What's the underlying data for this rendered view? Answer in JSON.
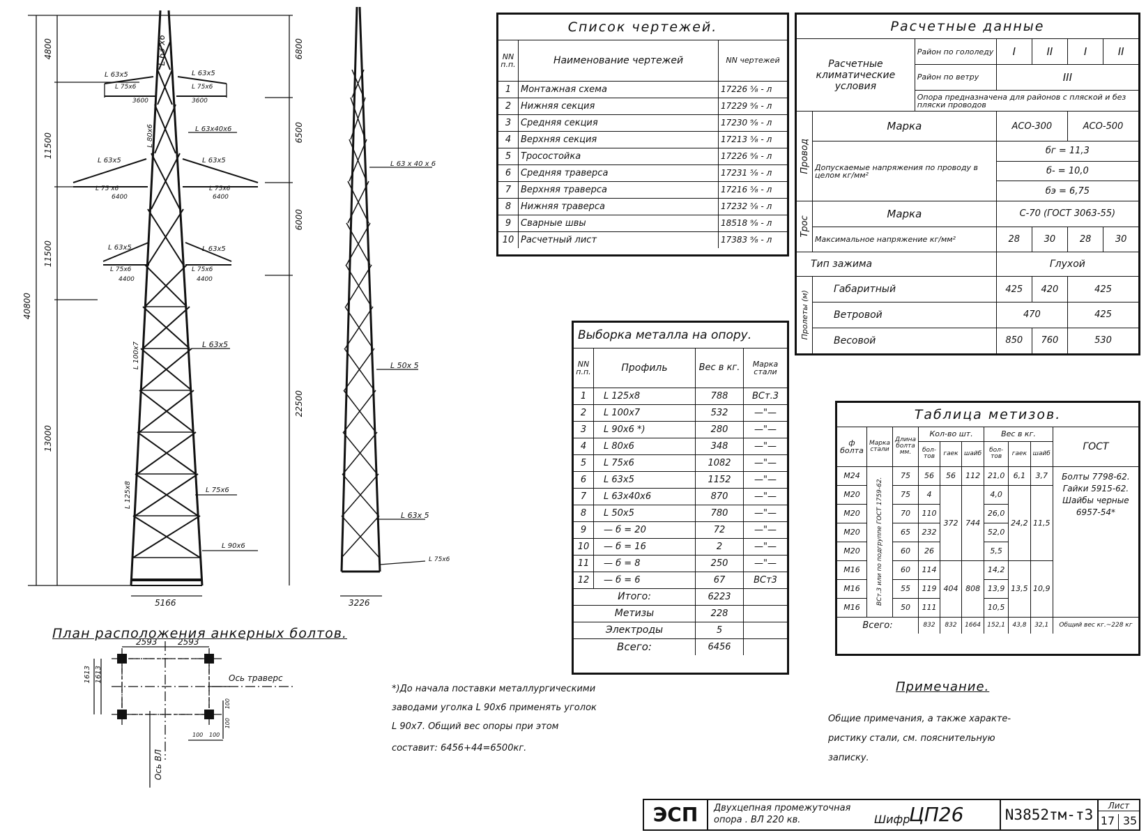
{
  "tower": {
    "dims_left": [
      "4800",
      "11500",
      "11500",
      "13000"
    ],
    "dims_right": [
      "6800",
      "6500",
      "6000",
      "22500"
    ],
    "total_height": "40800",
    "base_width": "5166",
    "side_base_width": "3226",
    "labels": {
      "top": "L 63 x6",
      "upper_left": "L 63x5",
      "upper_right": "L 63x5",
      "upper_left_sub": "L 75x6",
      "upper_right_sub": "L 75x6",
      "upper_span_left": "3600",
      "upper_span_right": "3600",
      "mid_main": "L 80x6",
      "mid_side": "L 63x40x6",
      "mid_left": "L 63x5",
      "mid_right": "L 63x5",
      "mid_left_sub": "L 75 x6",
      "mid_right_sub": "L 75x6",
      "mid_span_left": "6400",
      "mid_span_right": "6400",
      "low_left": "L 63x5",
      "low_right": "L 63x5",
      "low_left_sub": "L 75x6",
      "low_right_sub": "L 75x6",
      "low_span_left": "4400",
      "low_span_right": "4400",
      "leg_main": "L 100x7",
      "leg_brace": "L 63x5",
      "leg_base": "L 125x8",
      "leg_lower": "L 75x6",
      "leg_90": "L 90x6",
      "side_top": "L 63 x 40 x 6",
      "side_mid": "L 50x 5",
      "side_low": "L 63x 5",
      "side_base": "L 75x6"
    }
  },
  "bolt_plan": {
    "title": "План расположения анкерных болтов.",
    "dim_top_left": "2593",
    "dim_top_right": "2593",
    "dim_left_1": "1613",
    "dim_left_2": "1613",
    "axis_traverse": "Ось траверс",
    "axis_vl": "Ось ВЛ",
    "small_1": "100",
    "small_2": "100",
    "small_3": "100",
    "small_4": "100"
  },
  "drawings_list": {
    "title": "Список чертежей.",
    "headers": [
      "NN п.п.",
      "Наименование чертежей",
      "NN чертежей"
    ],
    "rows": [
      [
        "1",
        "Монтажная схема",
        "17226 ⁵⁄₈ - л"
      ],
      [
        "2",
        "Нижняя секция",
        "17229 ⁹⁄₈ - л"
      ],
      [
        "3",
        "Средняя секция",
        "17230 ⁹⁄₈ - л"
      ],
      [
        "4",
        "Верхняя секция",
        "17213 ⁵⁄₈ - л"
      ],
      [
        "5",
        "Тросостойка",
        "17226 ⁹⁄₈ - л"
      ],
      [
        "6",
        "Средняя траверса",
        "17231 ⁵⁄₈ - л"
      ],
      [
        "7",
        "Верхняя траверса",
        "17216 ⁵⁄₈ - л"
      ],
      [
        "8",
        "Нижняя траверса",
        "17232 ⁵⁄₈ - л"
      ],
      [
        "9",
        "Сварные швы",
        "18518 ⁹⁄₈ - л"
      ],
      [
        "10",
        "Расчетный лист",
        "17383 ⁹⁄₈ - л"
      ]
    ]
  },
  "calc_data": {
    "title": "Расчетные данные",
    "climate_label": "Расчетные климатические условия",
    "ice_region": "Район по гололеду",
    "ice_values": [
      "I",
      "II",
      "I",
      "II"
    ],
    "wind_region": "Район по ветру",
    "wind_value": "III",
    "note": "Опора предназначена для районов с пляской и без пляски проводов",
    "wire_label": "Провод",
    "mark_label": "Марка",
    "wire_marks": [
      "АСО-300",
      "АСО-500"
    ],
    "allowed_stress": "Допускаемые напряжения по проводу в целом кг/мм²",
    "stress_values": [
      "бг = 11,3",
      "б- = 10,0",
      "бэ = 6,75"
    ],
    "cable_label": "Трос",
    "cable_mark_label": "Марка",
    "cable_mark": "С-70 (ГОСТ 3063-55)",
    "max_stress": "Максимальное напряжение кг/мм²",
    "max_stress_values": [
      "28",
      "30",
      "28",
      "30"
    ],
    "clamp_label": "Тип зажима",
    "clamp_value": "Глухой",
    "spans_label": "Пролеты (м)",
    "gabarit": "Габаритный",
    "gabarit_values": [
      "425",
      "420",
      "425"
    ],
    "wind": "Ветровой",
    "wind_values": [
      "470",
      "425"
    ],
    "weight": "Весовой",
    "weight_values": [
      "850",
      "760",
      "530"
    ]
  },
  "metal": {
    "title": "Выборка металла на опору.",
    "headers": [
      "NN п.п.",
      "Профиль",
      "Вес в кг.",
      "Марка стали"
    ],
    "rows": [
      [
        "1",
        "L 125x8",
        "788",
        "ВСт.3"
      ],
      [
        "2",
        "L 100x7",
        "532",
        "—\"—"
      ],
      [
        "3",
        "L 90x6 *)",
        "280",
        "—\"—"
      ],
      [
        "4",
        "L 80x6",
        "348",
        "—\"—"
      ],
      [
        "5",
        "L 75x6",
        "1082",
        "—\"—"
      ],
      [
        "6",
        "L 63x5",
        "1152",
        "—\"—"
      ],
      [
        "7",
        "L 63x40x6",
        "870",
        "—\"—"
      ],
      [
        "8",
        "L 50x5",
        "780",
        "—\"—"
      ],
      [
        "9",
        "— б = 20",
        "72",
        "—\"—"
      ],
      [
        "10",
        "— б = 16",
        "2",
        "—\"—"
      ],
      [
        "11",
        "— б = 8",
        "250",
        "—\"—"
      ],
      [
        "12",
        "— б = 6",
        "67",
        "ВСт3"
      ]
    ],
    "totals": [
      [
        "Итого:",
        "6223"
      ],
      [
        "Метизы",
        "228"
      ],
      [
        "Электроды",
        "5"
      ],
      [
        "Всего:",
        "6456"
      ]
    ]
  },
  "metiz": {
    "title": "Таблица метизов.",
    "h_diam": "ф болта",
    "h_steel": "Марка стали",
    "h_len": "Длина болта мм.",
    "h_count": "Кол-во шт.",
    "h_weight": "Вес в кг.",
    "h_gost": "ГОСТ",
    "sub": [
      "бол-тов",
      "гаек",
      "шайб",
      "бол-тов",
      "гаек",
      "шайб"
    ],
    "steel_note": "ВСт.3 или по подгруппе ГОСТ 1759-62.",
    "rows": [
      [
        "М24",
        "75",
        "56",
        "56",
        "112",
        "21,0",
        "6,1",
        "3,7"
      ],
      [
        "М20",
        "75",
        "4",
        "",
        "",
        "4,0",
        "",
        ""
      ],
      [
        "М20",
        "70",
        "110",
        "372",
        "744",
        "26,0",
        "24,2",
        "11,5"
      ],
      [
        "М20",
        "65",
        "232",
        "",
        "",
        "52,0",
        "",
        ""
      ],
      [
        "М20",
        "60",
        "26",
        "",
        "",
        "5,5",
        "",
        ""
      ],
      [
        "М16",
        "60",
        "114",
        "",
        "",
        "14,2",
        "",
        ""
      ],
      [
        "М16",
        "55",
        "119",
        "404",
        "808",
        "13,9",
        "13,5",
        "10,9"
      ],
      [
        "М16",
        "50",
        "111",
        "",
        "",
        "10,5",
        "",
        ""
      ]
    ],
    "gost": [
      "Болты 7798-62.",
      "Гайки 5915-62.",
      "Шайбы черные 6957-54*"
    ],
    "total_label": "Всего:",
    "totals": [
      "832",
      "832",
      "1664",
      "152,1",
      "43,8",
      "32,1"
    ],
    "total_weight": "Общий вес кг.~228 кг"
  },
  "footnote": {
    "lines": [
      "*)До начала поставки металлургическими",
      "заводами уголка   L 90x6 применять уголок",
      "L 90x7. Общий вес опоры при этом",
      "составит: 6456+44=6500кг."
    ]
  },
  "note": {
    "title": "Примечание.",
    "lines": [
      "Общие примечания, а также характе-",
      "ристику стали, см.      пояснительную",
      "записку."
    ]
  },
  "stamp": {
    "org": "ЭСП",
    "desc1": "Двухцепная промежуточная",
    "desc2": "опора . ВЛ 220 кв.",
    "cipher_label": "Шифр",
    "cipher": "ЦП26",
    "number": "N3852тм-т3",
    "sheet_label": "Лист",
    "sheet": "17",
    "sheets": "35"
  }
}
